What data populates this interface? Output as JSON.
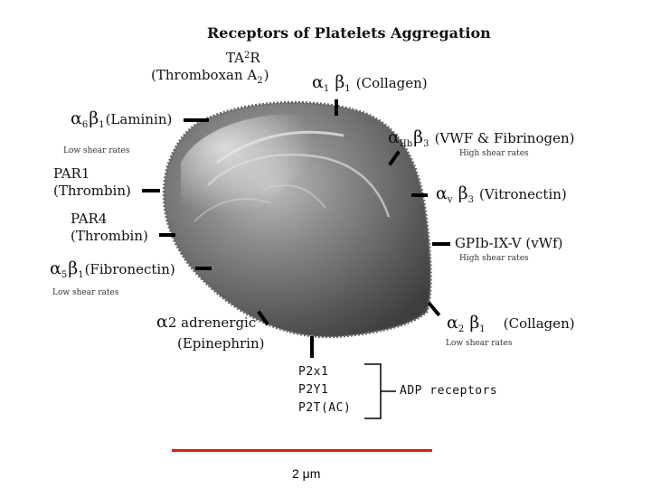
{
  "title": "Receptors of Platelets Aggregation",
  "receptors": {
    "ta2r": {
      "name": "TA",
      "sub": "2",
      "name_end": "R",
      "ligand_open": "(Thromboxan A",
      "ligand_sub": "2",
      "ligand_close": ")"
    },
    "a1b1": {
      "alpha": "α",
      "alpha_sub": "1",
      "beta": "β",
      "beta_sub": "1",
      "ligand": "(Collagen)"
    },
    "a6b1": {
      "alpha": "α",
      "alpha_sub": "6",
      "beta": "β",
      "beta_sub": "1",
      "ligand": "(Laminin)",
      "note": "Low shear rates"
    },
    "a2bb3": {
      "alpha": "α",
      "alpha_sub": "IIb",
      "beta": "β",
      "beta_sub": "3",
      "ligand": "(VWF & Fibrinogen)",
      "note": "High shear rates"
    },
    "par1": {
      "name": "PAR1",
      "ligand": "(Thrombin)"
    },
    "avb3": {
      "alpha": "α",
      "alpha_sub": "v",
      "beta": "β",
      "beta_sub": "3",
      "ligand": "(Vitronectin)"
    },
    "par4": {
      "name": "PAR4",
      "ligand": "(Thrombin)"
    },
    "gpib": {
      "name": "GPIb-IX-V",
      "ligand": "(vWf)",
      "note": "High shear rates"
    },
    "a5b1": {
      "alpha": "α",
      "alpha_sub": "5",
      "beta": "β",
      "beta_sub": "1",
      "ligand": "(Fibronectin)",
      "note": "Low shear rates"
    },
    "a2adr": {
      "alpha": "α",
      "name": "2 adrenergic",
      "ligand": "(Epinephrin)"
    },
    "a2b1": {
      "alpha": "α",
      "alpha_sub": "2",
      "beta": "β",
      "beta_sub": "1",
      "ligand": "(Collagen)",
      "note": "Low shear rates"
    },
    "adp": {
      "items": [
        "P2x1",
        "P2Y1",
        "P2T(AC)"
      ],
      "label": "ADP receptors"
    }
  },
  "scale_bar": {
    "label": "2 μm",
    "color": "#d42020"
  }
}
